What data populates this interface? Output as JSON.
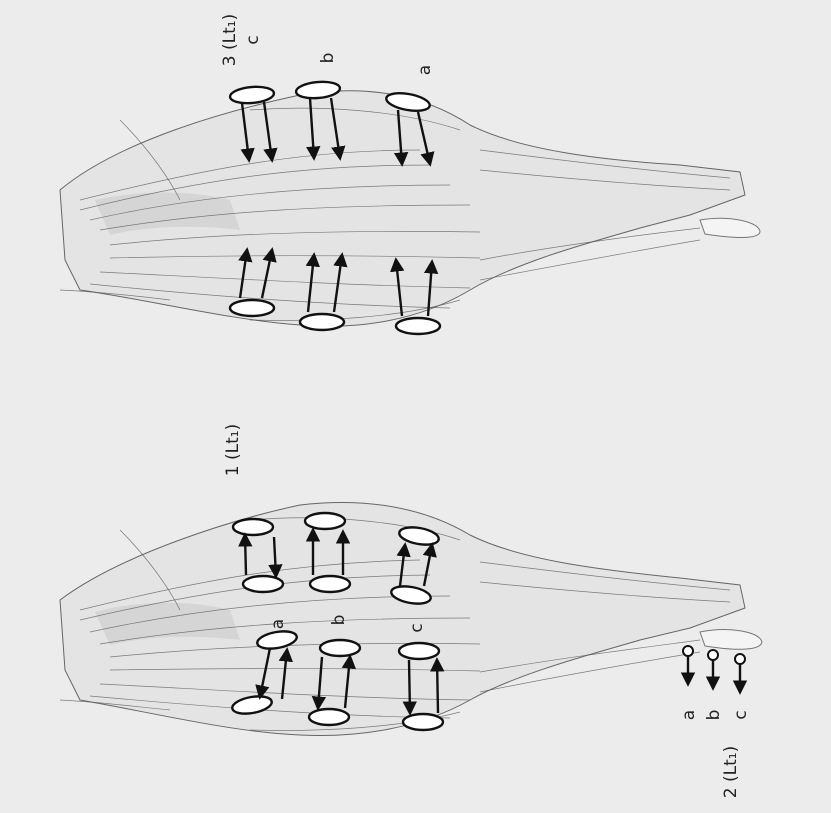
{
  "labels": {
    "region_3": "3 (Lt₁)",
    "region_1": "1 (Lt₁)",
    "region_2": "2 (Lt₁)",
    "a": "a",
    "b": "b",
    "c": "c"
  },
  "colors": {
    "background": "#ececec",
    "ink": "#111111",
    "shade": "#cfcfcf"
  }
}
